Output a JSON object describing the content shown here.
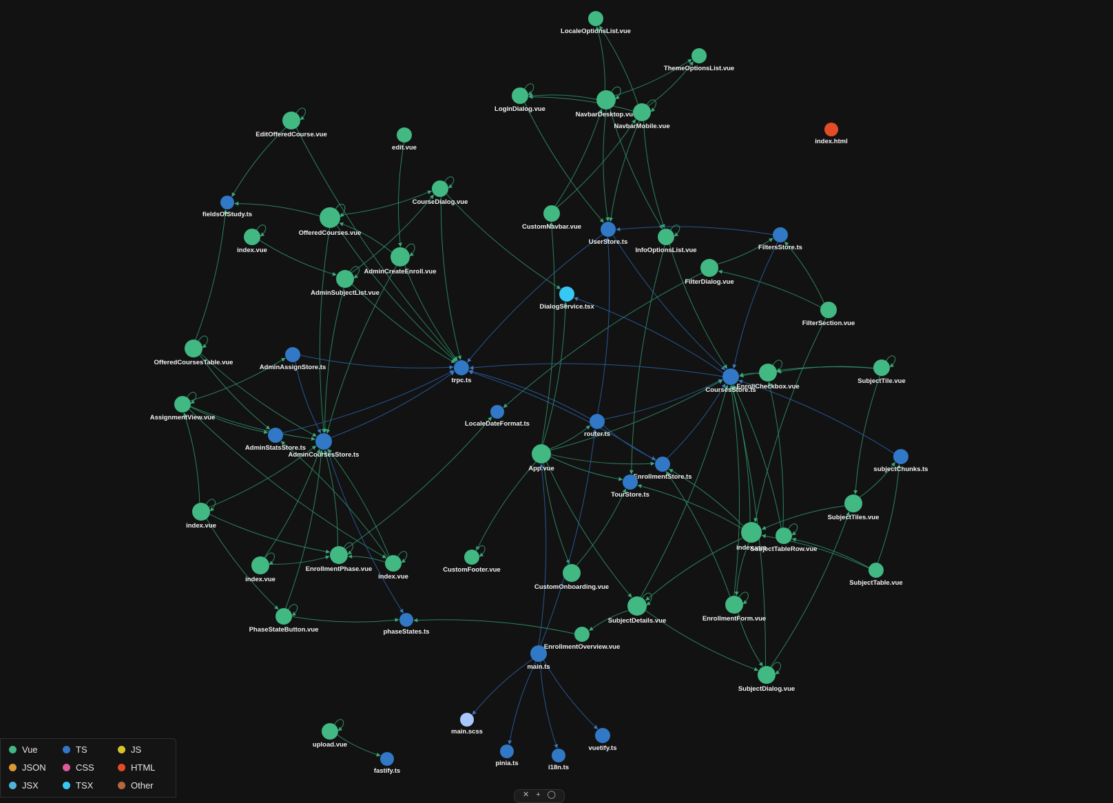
{
  "colors": {
    "vue": "#42b883",
    "ts": "#3178c6",
    "tsx": "#38c8f5",
    "scss": "#a9c7ff",
    "html": "#e34c26",
    "edge_green": "#2f8f66",
    "edge_blue": "#2a5fa0",
    "background": "#121212"
  },
  "legend": [
    {
      "label": "Vue",
      "color": "#42b883"
    },
    {
      "label": "TS",
      "color": "#3178c6"
    },
    {
      "label": "JS",
      "color": "#d4c425"
    },
    {
      "label": "JSON",
      "color": "#d99a32"
    },
    {
      "label": "CSS",
      "color": "#e05a99"
    },
    {
      "label": "HTML",
      "color": "#e34c26"
    },
    {
      "label": "JSX",
      "color": "#4fb3d9"
    },
    {
      "label": "TSX",
      "color": "#38c8f5"
    },
    {
      "label": "Other",
      "color": "#b5673e"
    }
  ],
  "controls": [
    {
      "name": "fit-view-icon",
      "glyph": "✕"
    },
    {
      "name": "zoom-icon",
      "glyph": "+"
    },
    {
      "name": "reset-icon",
      "glyph": "◯"
    }
  ],
  "nodes": [
    {
      "id": "LocaleOptionsList.vue",
      "type": "vue",
      "self": false
    },
    {
      "id": "ThemeOptionsList.vue",
      "type": "vue",
      "self": false
    },
    {
      "id": "LoginDialog.vue",
      "type": "vue",
      "self": true
    },
    {
      "id": "NavbarDesktop.vue",
      "type": "vue",
      "self": true
    },
    {
      "id": "NavbarMobile.vue",
      "type": "vue",
      "self": true
    },
    {
      "id": "index.html",
      "type": "html",
      "self": false
    },
    {
      "id": "EditOfferedCourse.vue",
      "type": "vue",
      "self": true
    },
    {
      "id": "edit.vue",
      "type": "vue",
      "self": false
    },
    {
      "id": "fieldsOfStudy.ts",
      "type": "ts",
      "self": false
    },
    {
      "id": "CourseDialog.vue",
      "type": "vue",
      "self": true
    },
    {
      "id": "OfferedCourses.vue",
      "type": "vue",
      "self": true
    },
    {
      "id": "index.vue#1",
      "label": "index.vue",
      "type": "vue",
      "self": true
    },
    {
      "id": "CustomNavbar.vue",
      "type": "vue",
      "self": false
    },
    {
      "id": "UserStore.ts",
      "type": "ts",
      "self": false
    },
    {
      "id": "InfoOptionsList.vue",
      "type": "vue",
      "self": true
    },
    {
      "id": "FiltersStore.ts",
      "type": "ts",
      "self": false
    },
    {
      "id": "AdminCreateEnroll.vue",
      "type": "vue",
      "self": true
    },
    {
      "id": "AdminSubjectList.vue",
      "type": "vue",
      "self": true
    },
    {
      "id": "FilterDialog.vue",
      "type": "vue",
      "self": false
    },
    {
      "id": "DialogService.tsx",
      "type": "tsx",
      "self": false
    },
    {
      "id": "FilterSection.vue",
      "type": "vue",
      "self": false
    },
    {
      "id": "OfferedCoursesTable.vue",
      "type": "vue",
      "self": true
    },
    {
      "id": "AdminAssignStore.ts",
      "type": "ts",
      "self": false
    },
    {
      "id": "trpc.ts",
      "type": "ts",
      "self": false
    },
    {
      "id": "CoursesStore.ts",
      "type": "ts",
      "self": false
    },
    {
      "id": "EnrollCheckbox.vue",
      "type": "vue",
      "self": true
    },
    {
      "id": "SubjectTile.vue",
      "type": "vue",
      "self": true
    },
    {
      "id": "AssignmentView.vue",
      "type": "vue",
      "self": true
    },
    {
      "id": "LocaleDateFormat.ts",
      "type": "ts",
      "self": false
    },
    {
      "id": "router.ts",
      "type": "ts",
      "self": false
    },
    {
      "id": "AdminStatsStore.ts",
      "type": "ts",
      "self": false
    },
    {
      "id": "AdminCoursesStore.ts",
      "type": "ts",
      "self": false
    },
    {
      "id": "subjectChunks.ts",
      "type": "ts",
      "self": false
    },
    {
      "id": "App.vue",
      "type": "vue",
      "self": false
    },
    {
      "id": "EnrollmentStore.ts",
      "type": "ts",
      "self": false
    },
    {
      "id": "TourStore.ts",
      "type": "ts",
      "self": false
    },
    {
      "id": "index.vue#2",
      "label": "index.vue",
      "type": "vue",
      "self": true
    },
    {
      "id": "SubjectTiles.vue",
      "type": "vue",
      "self": false
    },
    {
      "id": "index.vue#3",
      "label": "index.vue",
      "type": "vue",
      "self": false
    },
    {
      "id": "SubjectTableRow.vue",
      "type": "vue",
      "self": true
    },
    {
      "id": "EnrollmentPhase.vue",
      "type": "vue",
      "self": true
    },
    {
      "id": "index.vue#4",
      "label": "index.vue",
      "type": "vue",
      "self": true
    },
    {
      "id": "CustomFooter.vue",
      "type": "vue",
      "self": true
    },
    {
      "id": "index.vue#5",
      "label": "index.vue",
      "type": "vue",
      "self": true
    },
    {
      "id": "CustomOnboarding.vue",
      "type": "vue",
      "self": false
    },
    {
      "id": "SubjectTable.vue",
      "type": "vue",
      "self": false
    },
    {
      "id": "SubjectDetails.vue",
      "type": "vue",
      "self": true
    },
    {
      "id": "EnrollmentForm.vue",
      "type": "vue",
      "self": true
    },
    {
      "id": "PhaseStateButton.vue",
      "type": "vue",
      "self": true
    },
    {
      "id": "phaseStates.ts",
      "type": "ts",
      "self": false
    },
    {
      "id": "EnrollmentOverview.vue",
      "type": "vue",
      "self": false
    },
    {
      "id": "main.ts",
      "type": "ts",
      "self": false
    },
    {
      "id": "SubjectDialog.vue",
      "type": "vue",
      "self": true
    },
    {
      "id": "main.scss",
      "type": "scss",
      "self": false
    },
    {
      "id": "upload.vue",
      "type": "vue",
      "self": true
    },
    {
      "id": "vuetify.ts",
      "type": "ts",
      "self": false
    },
    {
      "id": "pinia.ts",
      "type": "ts",
      "self": false
    },
    {
      "id": "i18n.ts",
      "type": "ts",
      "self": false
    },
    {
      "id": "fastify.ts",
      "type": "ts",
      "self": false
    }
  ],
  "edges": [
    [
      "NavbarDesktop.vue",
      "LocaleOptionsList.vue"
    ],
    [
      "NavbarMobile.vue",
      "LocaleOptionsList.vue"
    ],
    [
      "NavbarDesktop.vue",
      "ThemeOptionsList.vue"
    ],
    [
      "NavbarMobile.vue",
      "ThemeOptionsList.vue"
    ],
    [
      "NavbarDesktop.vue",
      "LoginDialog.vue"
    ],
    [
      "NavbarMobile.vue",
      "LoginDialog.vue"
    ],
    [
      "NavbarDesktop.vue",
      "UserStore.ts"
    ],
    [
      "NavbarMobile.vue",
      "UserStore.ts"
    ],
    [
      "LoginDialog.vue",
      "UserStore.ts"
    ],
    [
      "NavbarDesktop.vue",
      "InfoOptionsList.vue"
    ],
    [
      "NavbarMobile.vue",
      "InfoOptionsList.vue"
    ],
    [
      "CustomNavbar.vue",
      "NavbarDesktop.vue"
    ],
    [
      "CustomNavbar.vue",
      "NavbarMobile.vue"
    ],
    [
      "EditOfferedCourse.vue",
      "fieldsOfStudy.ts"
    ],
    [
      "EditOfferedCourse.vue",
      "trpc.ts"
    ],
    [
      "OfferedCourses.vue",
      "fieldsOfStudy.ts"
    ],
    [
      "OfferedCourses.vue",
      "CourseDialog.vue"
    ],
    [
      "OfferedCourses.vue",
      "trpc.ts"
    ],
    [
      "OfferedCourses.vue",
      "AdminCoursesStore.ts"
    ],
    [
      "edit.vue",
      "AdminCreateEnroll.vue"
    ],
    [
      "CourseDialog.vue",
      "DialogService.tsx"
    ],
    [
      "CourseDialog.vue",
      "trpc.ts"
    ],
    [
      "index.vue#1",
      "AdminSubjectList.vue"
    ],
    [
      "AdminCreateEnroll.vue",
      "trpc.ts"
    ],
    [
      "AdminCreateEnroll.vue",
      "AdminCoursesStore.ts"
    ],
    [
      "AdminCreateEnroll.vue",
      "OfferedCourses.vue"
    ],
    [
      "AdminSubjectList.vue",
      "CourseDialog.vue"
    ],
    [
      "AdminSubjectList.vue",
      "trpc.ts"
    ],
    [
      "AdminSubjectList.vue",
      "AdminCoursesStore.ts"
    ],
    [
      "UserStore.ts",
      "trpc.ts"
    ],
    [
      "UserStore.ts",
      "CoursesStore.ts"
    ],
    [
      "FiltersStore.ts",
      "UserStore.ts"
    ],
    [
      "FiltersStore.ts",
      "CoursesStore.ts"
    ],
    [
      "FilterDialog.vue",
      "FiltersStore.ts"
    ],
    [
      "FilterDialog.vue",
      "LocaleDateFormat.ts"
    ],
    [
      "FilterSection.vue",
      "FilterDialog.vue"
    ],
    [
      "FilterSection.vue",
      "FiltersStore.ts"
    ],
    [
      "FilterSection.vue",
      "index.vue#3"
    ],
    [
      "InfoOptionsList.vue",
      "CoursesStore.ts"
    ],
    [
      "InfoOptionsList.vue",
      "TourStore.ts"
    ],
    [
      "OfferedCoursesTable.vue",
      "fieldsOfStudy.ts"
    ],
    [
      "OfferedCoursesTable.vue",
      "AdminCoursesStore.ts"
    ],
    [
      "OfferedCoursesTable.vue",
      "AdminStatsStore.ts"
    ],
    [
      "AdminAssignStore.ts",
      "trpc.ts"
    ],
    [
      "AdminAssignStore.ts",
      "AdminCoursesStore.ts"
    ],
    [
      "AssignmentView.vue",
      "AdminAssignStore.ts"
    ],
    [
      "AssignmentView.vue",
      "AdminStatsStore.ts"
    ],
    [
      "AssignmentView.vue",
      "AdminCoursesStore.ts"
    ],
    [
      "AssignmentView.vue",
      "index.vue#4"
    ],
    [
      "AdminStatsStore.ts",
      "trpc.ts"
    ],
    [
      "AdminCoursesStore.ts",
      "trpc.ts"
    ],
    [
      "AdminCoursesStore.ts",
      "phaseStates.ts"
    ],
    [
      "index.vue#2",
      "AssignmentView.vue"
    ],
    [
      "index.vue#2",
      "AdminCoursesStore.ts"
    ],
    [
      "index.vue#2",
      "EnrollmentPhase.vue"
    ],
    [
      "index.vue#2",
      "PhaseStateButton.vue"
    ],
    [
      "index.vue#4",
      "EnrollmentPhase.vue"
    ],
    [
      "index.vue#4",
      "AdminCoursesStore.ts"
    ],
    [
      "index.vue#4",
      "AdminStatsStore.ts"
    ],
    [
      "index.vue#5",
      "EnrollmentPhase.vue"
    ],
    [
      "index.vue#5",
      "AdminCoursesStore.ts"
    ],
    [
      "EnrollmentPhase.vue",
      "AdminCoursesStore.ts"
    ],
    [
      "EnrollmentPhase.vue",
      "LocaleDateFormat.ts"
    ],
    [
      "PhaseStateButton.vue",
      "phaseStates.ts"
    ],
    [
      "PhaseStateButton.vue",
      "AdminCoursesStore.ts"
    ],
    [
      "CoursesStore.ts",
      "trpc.ts"
    ],
    [
      "CoursesStore.ts",
      "DialogService.tsx"
    ],
    [
      "EnrollCheckbox.vue",
      "CoursesStore.ts"
    ],
    [
      "SubjectTile.vue",
      "CoursesStore.ts"
    ],
    [
      "SubjectTile.vue",
      "EnrollCheckbox.vue"
    ],
    [
      "SubjectTile.vue",
      "SubjectTiles.vue"
    ],
    [
      "router.ts",
      "trpc.ts"
    ],
    [
      "router.ts",
      "UserStore.ts"
    ],
    [
      "router.ts",
      "CoursesStore.ts"
    ],
    [
      "router.ts",
      "EnrollmentStore.ts"
    ],
    [
      "EnrollmentStore.ts",
      "trpc.ts"
    ],
    [
      "EnrollmentStore.ts",
      "CoursesStore.ts"
    ],
    [
      "App.vue",
      "CustomNavbar.vue"
    ],
    [
      "App.vue",
      "DialogService.tsx"
    ],
    [
      "App.vue",
      "CustomFooter.vue"
    ],
    [
      "App.vue",
      "CustomOnboarding.vue"
    ],
    [
      "App.vue",
      "router.ts"
    ],
    [
      "App.vue",
      "EnrollmentStore.ts"
    ],
    [
      "App.vue",
      "TourStore.ts"
    ],
    [
      "App.vue",
      "CoursesStore.ts"
    ],
    [
      "App.vue",
      "SubjectDetails.vue"
    ],
    [
      "CustomOnboarding.vue",
      "TourStore.ts"
    ],
    [
      "subjectChunks.ts",
      "CoursesStore.ts"
    ],
    [
      "SubjectTiles.vue",
      "subjectChunks.ts"
    ],
    [
      "SubjectTiles.vue",
      "index.vue#3"
    ],
    [
      "index.vue#3",
      "CoursesStore.ts"
    ],
    [
      "index.vue#3",
      "EnrollmentStore.ts"
    ],
    [
      "index.vue#3",
      "TourStore.ts"
    ],
    [
      "index.vue#3",
      "SubjectDetails.vue"
    ],
    [
      "index.vue#3",
      "EnrollmentForm.vue"
    ],
    [
      "SubjectTableRow.vue",
      "CoursesStore.ts"
    ],
    [
      "SubjectTableRow.vue",
      "EnrollCheckbox.vue"
    ],
    [
      "SubjectTable.vue",
      "SubjectTableRow.vue"
    ],
    [
      "SubjectTable.vue",
      "index.vue#3"
    ],
    [
      "SubjectTable.vue",
      "subjectChunks.ts"
    ],
    [
      "SubjectDetails.vue",
      "CoursesStore.ts"
    ],
    [
      "SubjectDetails.vue",
      "EnrollmentOverview.vue"
    ],
    [
      "SubjectDetails.vue",
      "SubjectDialog.vue"
    ],
    [
      "EnrollmentForm.vue",
      "CoursesStore.ts"
    ],
    [
      "EnrollmentForm.vue",
      "EnrollmentStore.ts"
    ],
    [
      "EnrollmentForm.vue",
      "SubjectDialog.vue"
    ],
    [
      "SubjectDialog.vue",
      "CoursesStore.ts"
    ],
    [
      "SubjectDialog.vue",
      "SubjectTiles.vue"
    ],
    [
      "EnrollmentOverview.vue",
      "phaseStates.ts"
    ],
    [
      "main.ts",
      "App.vue"
    ],
    [
      "main.ts",
      "router.ts"
    ],
    [
      "main.ts",
      "main.scss"
    ],
    [
      "main.ts",
      "pinia.ts"
    ],
    [
      "main.ts",
      "i18n.ts"
    ],
    [
      "main.ts",
      "vuetify.ts"
    ],
    [
      "upload.vue",
      "fastify.ts"
    ]
  ]
}
